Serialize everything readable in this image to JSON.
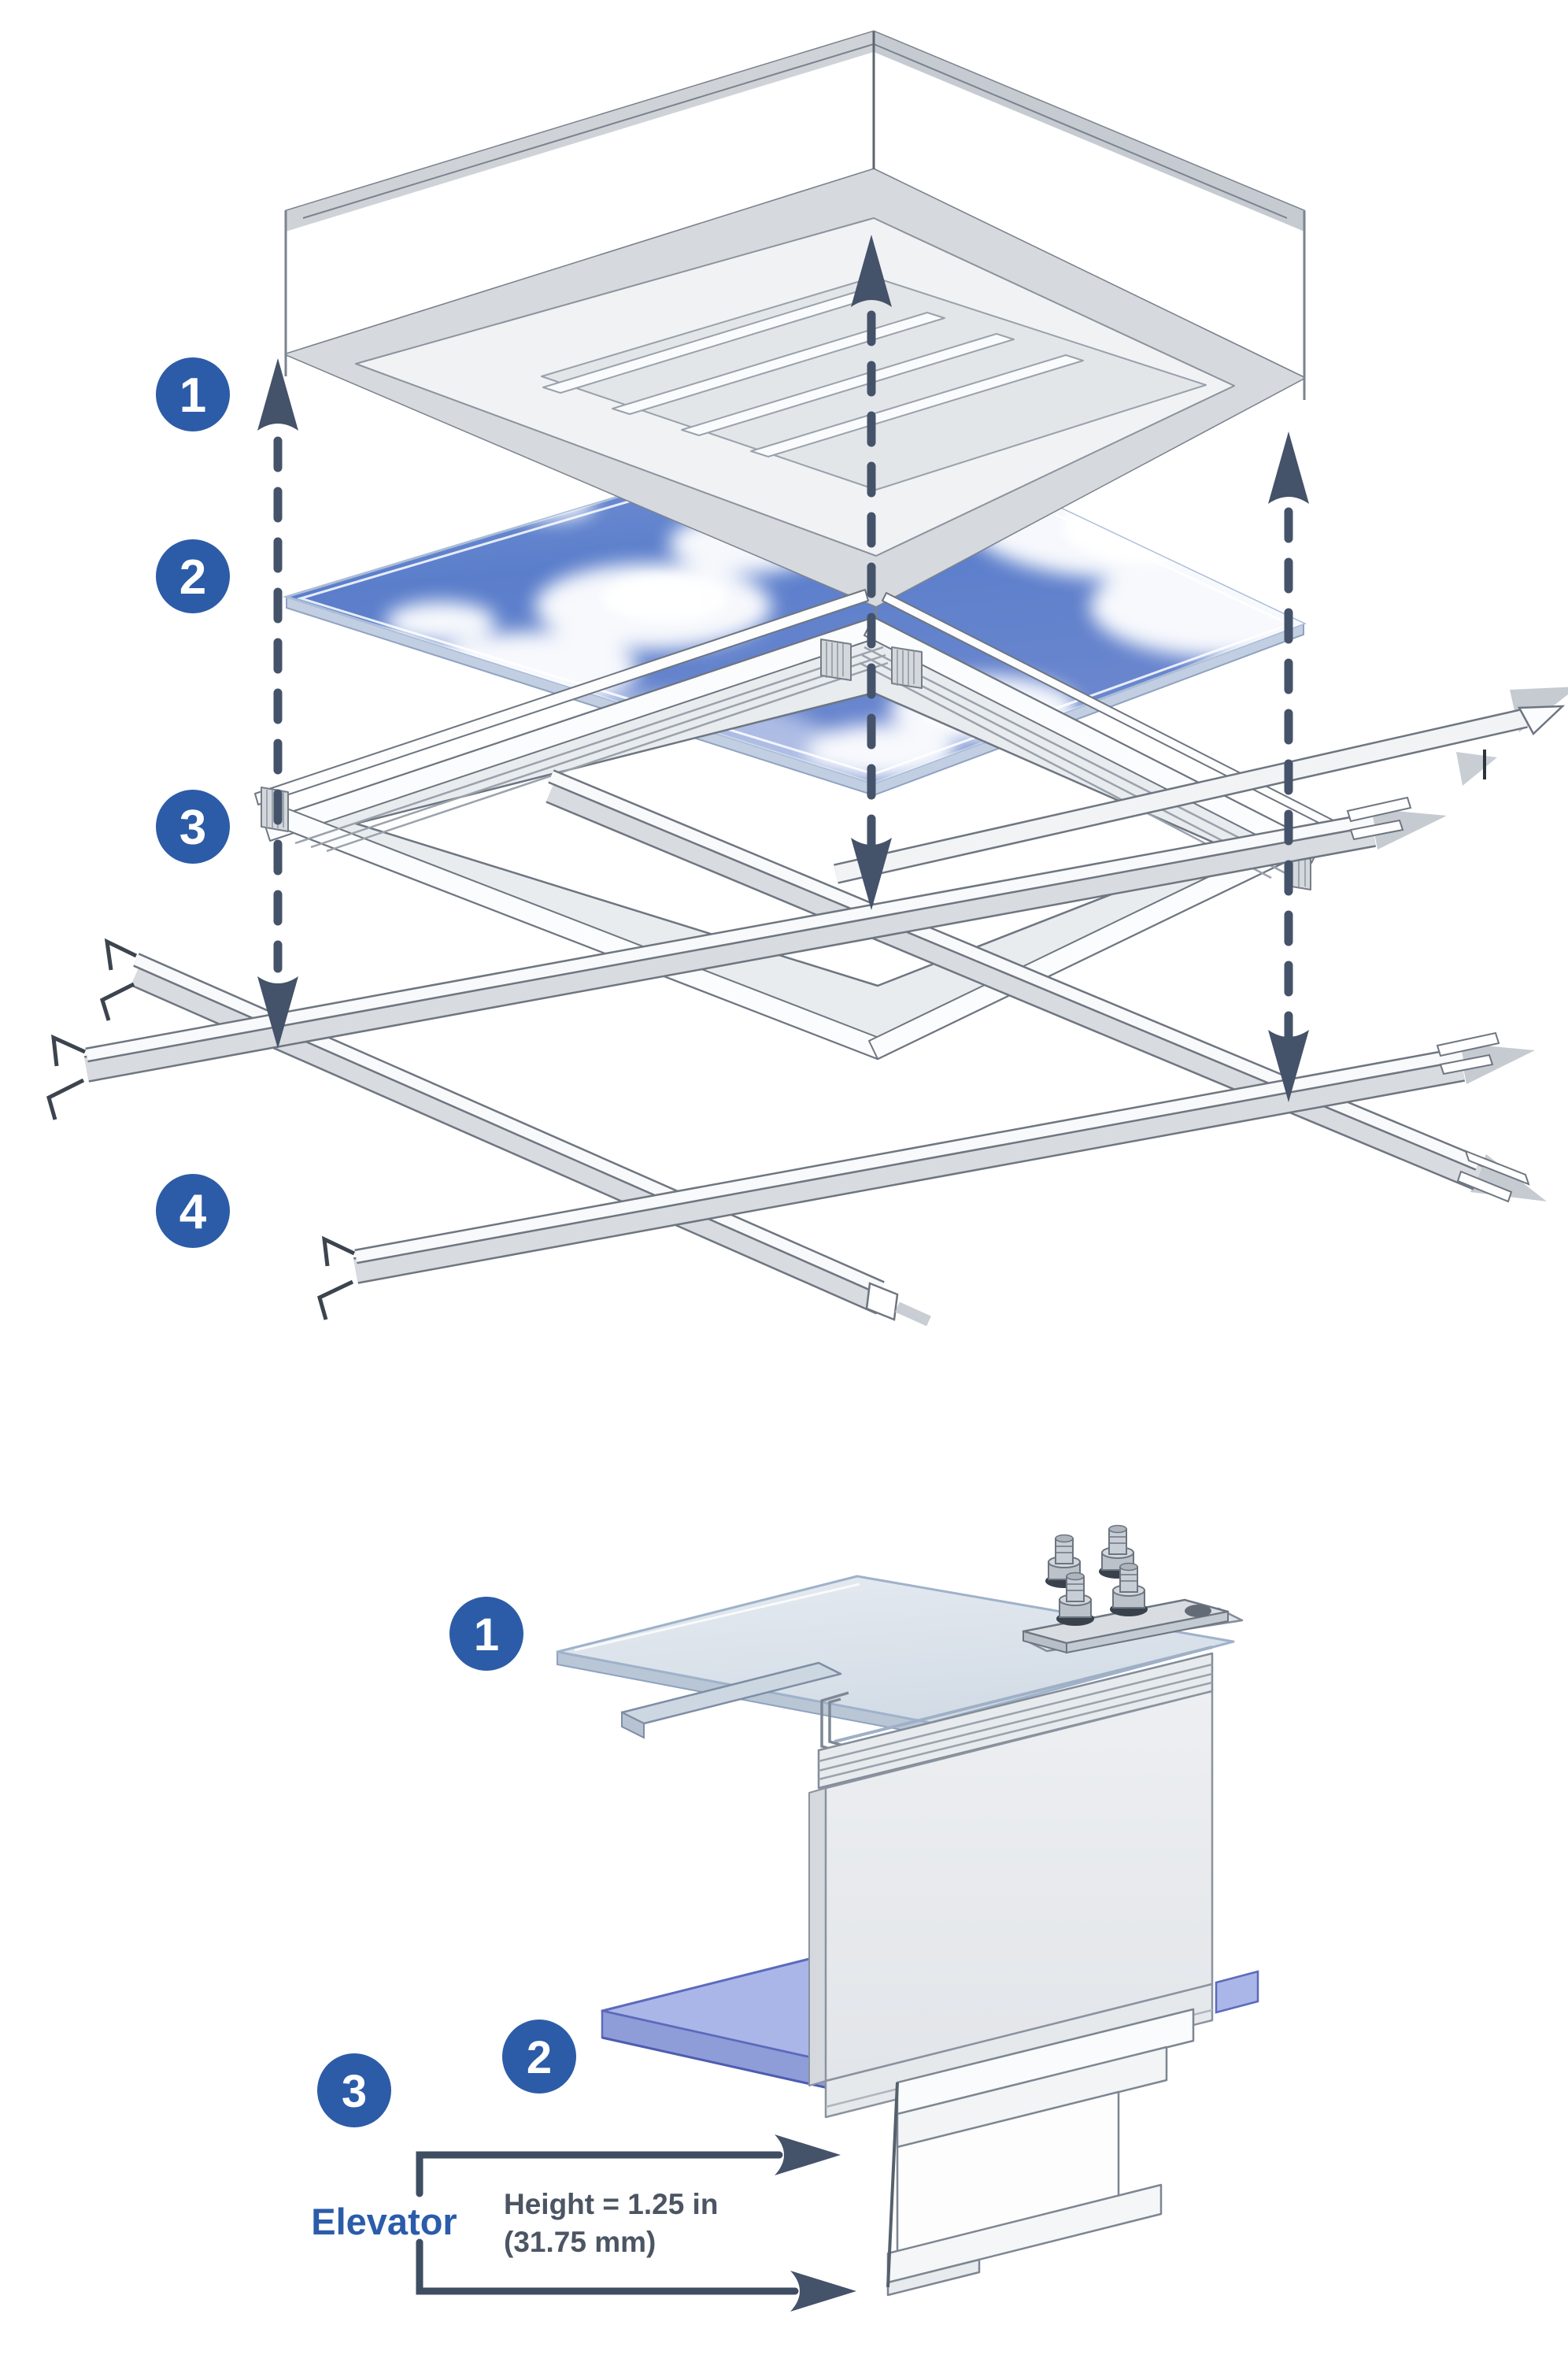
{
  "colors": {
    "callout_blue": "#2c5ca7",
    "elevator_label_blue": "#2b5caa",
    "dimension_text_gray": "#4b5563",
    "arrow_dark": "#44526a",
    "dashed_line": "#45536a",
    "sky_blue": "#5b7ecb",
    "cloud_white": "#ffffff",
    "panel_blue": "#aab6e8",
    "metal_light": "#eceef1",
    "metal_stroke": "#6e7681"
  },
  "top_diagram": {
    "description": "exploded-ceiling-assembly",
    "callouts": [
      {
        "number": "1"
      },
      {
        "number": "2"
      },
      {
        "number": "3"
      },
      {
        "number": "4"
      }
    ]
  },
  "bottom_diagram": {
    "description": "edge-profile-detail",
    "callouts": [
      {
        "number": "1"
      },
      {
        "number": "2"
      },
      {
        "number": "3"
      }
    ],
    "elevator_label": "Elevator",
    "dimension": {
      "line1": "Height = 1.25 in",
      "line2": "(31.75 mm)"
    }
  }
}
